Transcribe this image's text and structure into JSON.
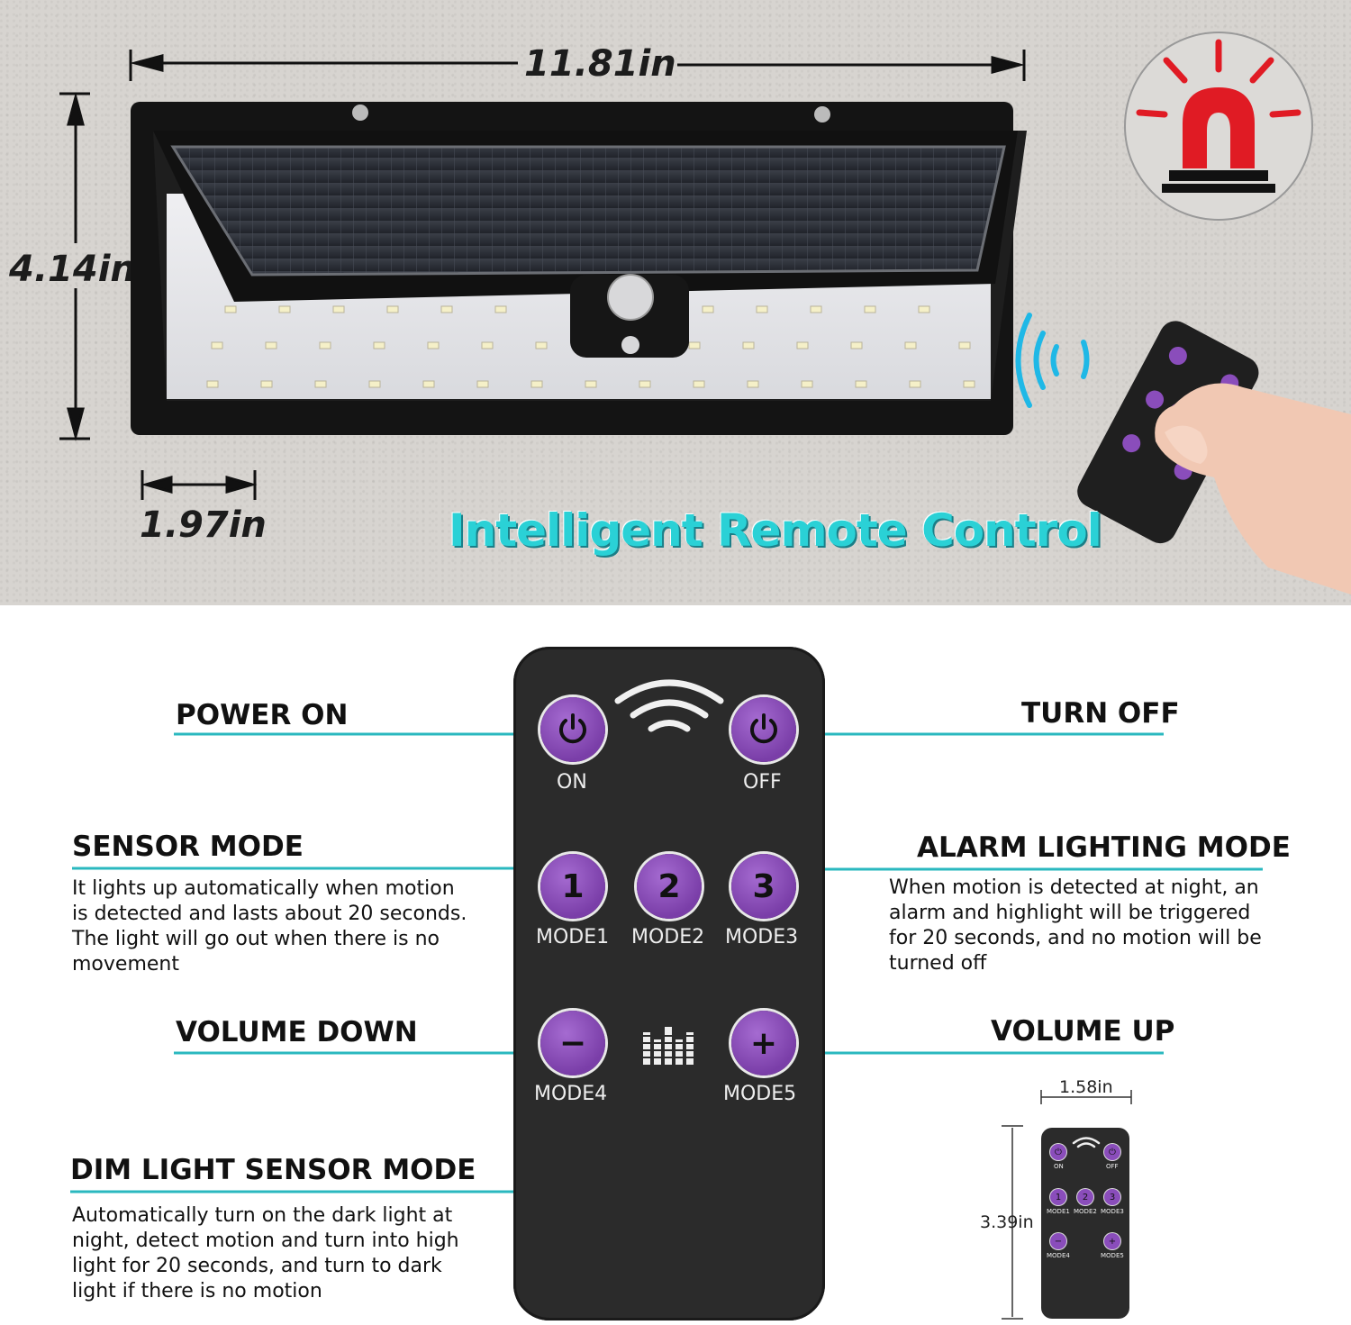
{
  "dimensions": {
    "width": "11.81in",
    "height": "4.14in",
    "depth": "1.97in"
  },
  "tagline": "Intelligent Remote Control",
  "labels": {
    "power_on": "POWER ON",
    "turn_off": "TURN OFF",
    "sensor_mode": "SENSOR MODE",
    "sensor_mode_desc": [
      "It lights up automatically when motion",
      "is detected and lasts about 20 seconds.",
      "The light will go out when there is no",
      "movement"
    ],
    "alarm_mode": "ALARM LIGHTING MODE",
    "alarm_mode_desc": [
      "When motion is detected at night, an",
      "alarm and highlight will be triggered",
      "for 20 seconds, and no motion will be",
      "turned off"
    ],
    "volume_down": "VOLUME DOWN",
    "volume_up": "VOLUME UP",
    "dim_mode": "DIM LIGHT SENSOR MODE",
    "dim_mode_desc": [
      "Automatically turn on the dark light at",
      "night, detect motion and turn into high",
      "light for 20 seconds, and turn to dark",
      "light if there is no motion"
    ]
  },
  "remote": {
    "on": "ON",
    "off": "OFF",
    "b1": "1",
    "b2": "2",
    "b3": "3",
    "mode1": "MODE1",
    "mode2": "MODE2",
    "mode3": "MODE3",
    "minus": "−",
    "plus": "+",
    "mode4": "MODE4",
    "mode5": "MODE5"
  },
  "mini_remote": {
    "width": "1.58in",
    "height": "3.39in",
    "on": "ON",
    "off": "OFF",
    "mode1": "MODE1",
    "mode2": "MODE2",
    "mode3": "MODE3",
    "mode4": "MODE4",
    "mode5": "MODE5"
  },
  "colors": {
    "accent": "#2ad1d6",
    "line": "#2ab8bf",
    "button": "#8a4dbb",
    "alarm": "#e01b24"
  }
}
